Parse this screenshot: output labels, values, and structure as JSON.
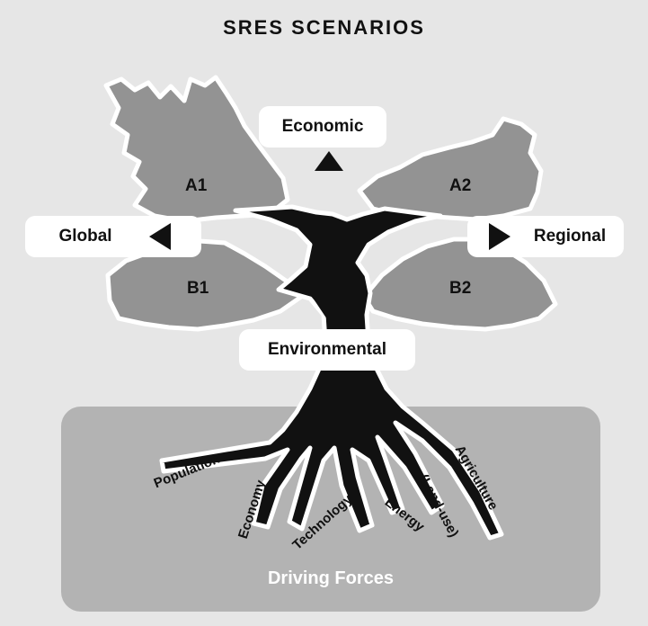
{
  "title": "SRES SCENARIOS",
  "axes": {
    "top": "Economic",
    "left": "Global",
    "right": "Regional",
    "bottom": "Environmental"
  },
  "scenarios": {
    "a1": "A1",
    "a2": "A2",
    "b1": "B1",
    "b2": "B2"
  },
  "roots": {
    "population": "Population",
    "economy": "Economy",
    "technology": "Technology",
    "energy": "Energy",
    "land_use": "(Land-use)",
    "agriculture": "Agriculture"
  },
  "footer": "Driving Forces",
  "colors": {
    "background": "#e6e6e6",
    "canopy": "#939393",
    "trunk": "#111111",
    "ground": "#b3b3b3",
    "label_box": "#ffffff"
  }
}
